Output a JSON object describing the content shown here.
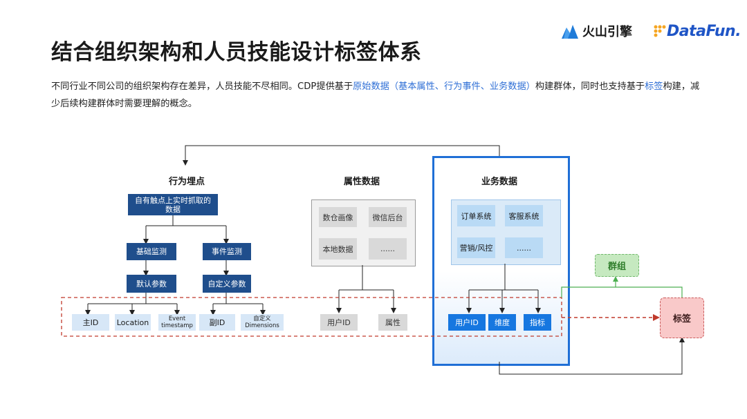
{
  "title": "结合组织架构和人员技能设计标签体系",
  "description": {
    "part1": "不同行业不同公司的组织架构存在差异，人员技能不尽相同。CDP提供基于",
    "hl1": "原始数据（基本属性、行为事件、业务数据）",
    "part2": "构建群体，同时也支持基于",
    "hl2": "标签",
    "part3": "构建，减少后续构建群体时需要理解的概念。"
  },
  "logos": {
    "volcano": "火山引擎",
    "datafun": "DataFun."
  },
  "behavior": {
    "title": "行为埋点",
    "source": "自有触点上实时抓取的数据",
    "basic": "基础监测",
    "event": "事件监测",
    "default_params": "默认参数",
    "custom_params": "自定义参数",
    "leaf_main_id": "主ID",
    "leaf_location": "Location",
    "leaf_event_ts": "Event timestamp",
    "leaf_sub_id": "副ID",
    "leaf_dimensions": "自定义 Dimensions"
  },
  "attribute": {
    "title": "属性数据",
    "items": [
      "数仓画像",
      "微信后台",
      "本地数据",
      "......"
    ],
    "user_id": "用户ID",
    "attr": "属性"
  },
  "business": {
    "title": "业务数据",
    "items": [
      "订单系统",
      "客服系统",
      "营销/风控",
      "......"
    ],
    "user_id": "用户ID",
    "dimension": "维度",
    "metric": "指标"
  },
  "group": "群组",
  "tag": "标签",
  "colors": {
    "dark_blue": "#1f4e8c",
    "accent_blue": "#1677e0",
    "panel_border": "#1f6fd6",
    "red_dash": "#c0392b",
    "green": "#4caf50"
  }
}
